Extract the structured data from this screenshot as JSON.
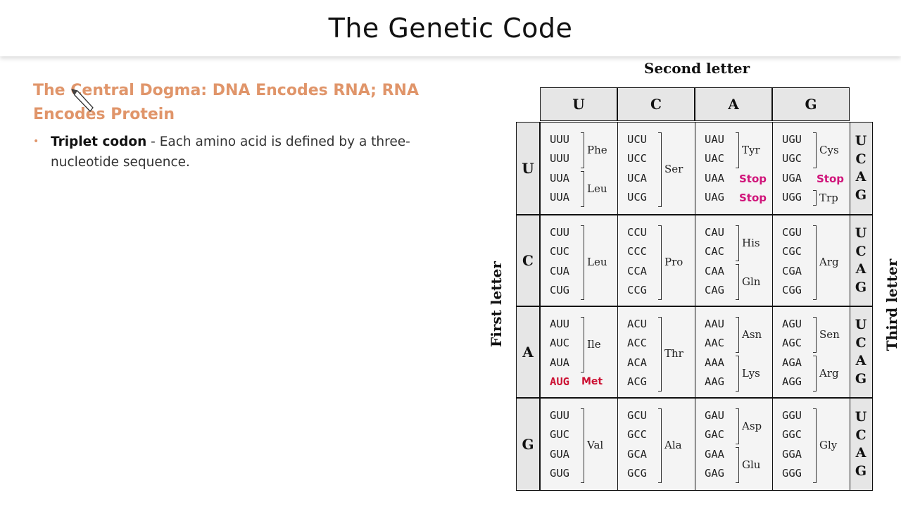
{
  "slide": {
    "title": "The Genetic Code",
    "heading": "The Central Dogma: DNA Encodes RNA; RNA Encodes Protein",
    "bullet_term": "Triplet codon",
    "bullet_text": " - Each amino acid is defined by a three-nucleotide sequence."
  },
  "table": {
    "second_letter_label": "Second letter",
    "first_letter_label": "First letter",
    "third_letter_label": "Third letter",
    "second_letters": [
      "U",
      "C",
      "A",
      "G"
    ],
    "first_letters": [
      "U",
      "C",
      "A",
      "G"
    ],
    "third_letters": [
      "U",
      "C",
      "A",
      "G"
    ],
    "rows": [
      {
        "cells": [
          {
            "codons": [
              "UUU",
              "UUU",
              "UUA",
              "UUA"
            ],
            "groups": [
              {
                "label": "Phe",
                "start": 0,
                "end": 1
              },
              {
                "label": "Leu",
                "start": 2,
                "end": 3
              }
            ]
          },
          {
            "codons": [
              "UCU",
              "UCC",
              "UCA",
              "UCG"
            ],
            "groups": [
              {
                "label": "Ser",
                "start": 0,
                "end": 3
              }
            ]
          },
          {
            "codons": [
              "UAU",
              "UAC",
              "UAA",
              "UAG"
            ],
            "groups": [
              {
                "label": "Tyr",
                "start": 0,
                "end": 1
              },
              {
                "label": "Stop",
                "start": 2,
                "end": 2,
                "style": "stop"
              },
              {
                "label": "Stop",
                "start": 3,
                "end": 3,
                "style": "stop"
              }
            ]
          },
          {
            "codons": [
              "UGU",
              "UGC",
              "UGA",
              "UGG"
            ],
            "groups": [
              {
                "label": "Cys",
                "start": 0,
                "end": 1
              },
              {
                "label": "Stop",
                "start": 2,
                "end": 2,
                "style": "stop"
              },
              {
                "label": "Trp",
                "start": 3,
                "end": 3
              }
            ]
          }
        ]
      },
      {
        "cells": [
          {
            "codons": [
              "CUU",
              "CUC",
              "CUA",
              "CUG"
            ],
            "groups": [
              {
                "label": "Leu",
                "start": 0,
                "end": 3
              }
            ]
          },
          {
            "codons": [
              "CCU",
              "CCC",
              "CCA",
              "CCG"
            ],
            "groups": [
              {
                "label": "Pro",
                "start": 0,
                "end": 3
              }
            ]
          },
          {
            "codons": [
              "CAU",
              "CAC",
              "CAA",
              "CAG"
            ],
            "groups": [
              {
                "label": "His",
                "start": 0,
                "end": 1
              },
              {
                "label": "Gln",
                "start": 2,
                "end": 3
              }
            ]
          },
          {
            "codons": [
              "CGU",
              "CGC",
              "CGA",
              "CGG"
            ],
            "groups": [
              {
                "label": "Arg",
                "start": 0,
                "end": 3
              }
            ]
          }
        ]
      },
      {
        "cells": [
          {
            "codons": [
              "AUU",
              "AUC",
              "AUA",
              "AUG"
            ],
            "groups": [
              {
                "label": "Ile",
                "start": 0,
                "end": 2
              },
              {
                "label": "Met",
                "start": 3,
                "end": 3,
                "style": "start"
              }
            ]
          },
          {
            "codons": [
              "ACU",
              "ACC",
              "ACA",
              "ACG"
            ],
            "groups": [
              {
                "label": "Thr",
                "start": 0,
                "end": 3
              }
            ]
          },
          {
            "codons": [
              "AAU",
              "AAC",
              "AAA",
              "AAG"
            ],
            "groups": [
              {
                "label": "Asn",
                "start": 0,
                "end": 1
              },
              {
                "label": "Lys",
                "start": 2,
                "end": 3
              }
            ]
          },
          {
            "codons": [
              "AGU",
              "AGC",
              "AGA",
              "AGG"
            ],
            "groups": [
              {
                "label": "Sen",
                "start": 0,
                "end": 1
              },
              {
                "label": "Arg",
                "start": 2,
                "end": 3
              }
            ]
          }
        ]
      },
      {
        "cells": [
          {
            "codons": [
              "GUU",
              "GUC",
              "GUA",
              "GUG"
            ],
            "groups": [
              {
                "label": "Val",
                "start": 0,
                "end": 3
              }
            ]
          },
          {
            "codons": [
              "GCU",
              "GCC",
              "GCA",
              "GCG"
            ],
            "groups": [
              {
                "label": "Ala",
                "start": 0,
                "end": 3
              }
            ]
          },
          {
            "codons": [
              "GAU",
              "GAC",
              "GAA",
              "GAG"
            ],
            "groups": [
              {
                "label": "Asp",
                "start": 0,
                "end": 1
              },
              {
                "label": "Glu",
                "start": 2,
                "end": 3
              }
            ]
          },
          {
            "codons": [
              "GGU",
              "GGC",
              "GGA",
              "GGG"
            ],
            "groups": [
              {
                "label": "Gly",
                "start": 0,
                "end": 3
              }
            ]
          }
        ]
      }
    ]
  },
  "colors": {
    "heading": "#e0956a",
    "stop": "#d0147a",
    "start": "#cc1133",
    "header_fill": "#e6e6e6"
  }
}
